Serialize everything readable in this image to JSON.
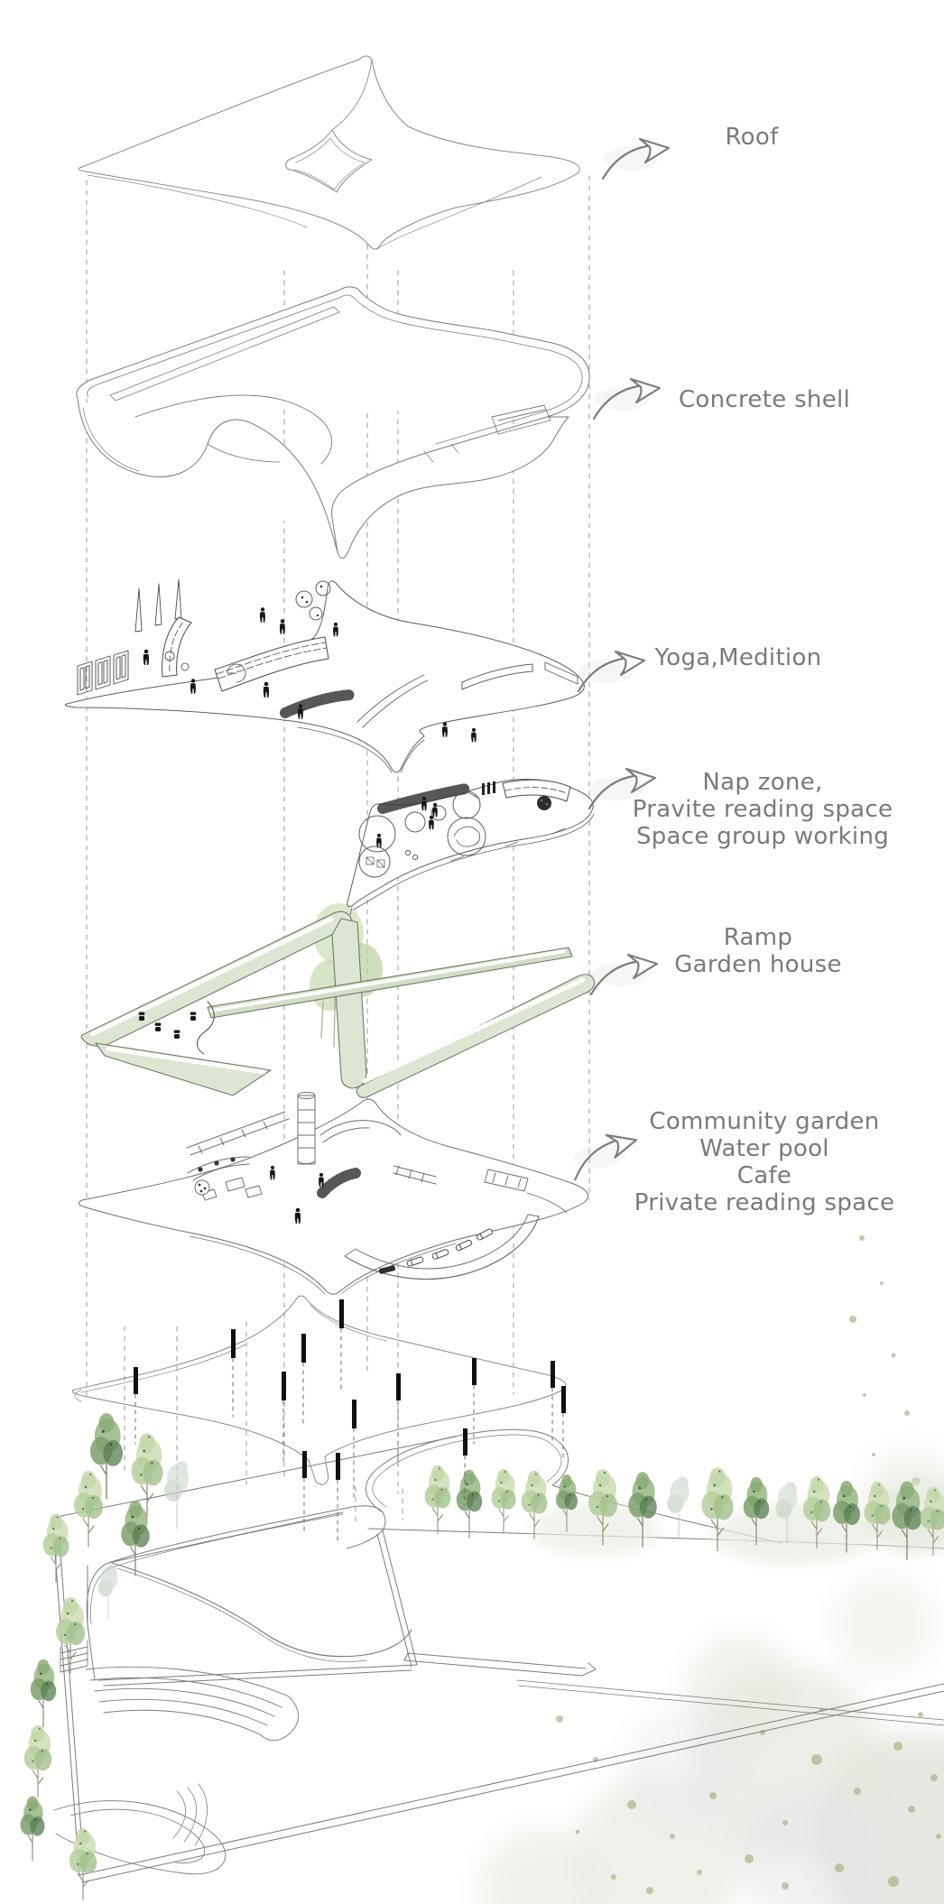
{
  "colors": {
    "background": "#ffffff",
    "label_text": "#7a7a7a",
    "line_work": "#6f6f6f",
    "ramp_green_fill": "#dde6d2",
    "ramp_green_edge": "#6d7c66",
    "tree_green_light": "#cfdfb8",
    "tree_green_dark": "#7da06c",
    "watercolor_wash": "#e9ede0"
  },
  "icons": [
    {
      "name": "annotation-arrow-icon",
      "glyph": "hand-drawn curved arrow pointing to layer"
    }
  ],
  "labels": [
    {
      "id": "roof",
      "lines": [
        "Roof"
      ]
    },
    {
      "id": "concrete-shell",
      "lines": [
        "Concrete shell"
      ]
    },
    {
      "id": "yoga-meditation",
      "lines": [
        "Yoga,Medition"
      ]
    },
    {
      "id": "nap-zone",
      "lines": [
        "Nap zone,",
        "Pravite reading space",
        "Space group working"
      ]
    },
    {
      "id": "ramp-garden",
      "lines": [
        "Ramp",
        "Garden house"
      ]
    },
    {
      "id": "community-garden",
      "lines": [
        "Community garden",
        "Water pool",
        "Cafe",
        "Private reading space"
      ]
    }
  ]
}
